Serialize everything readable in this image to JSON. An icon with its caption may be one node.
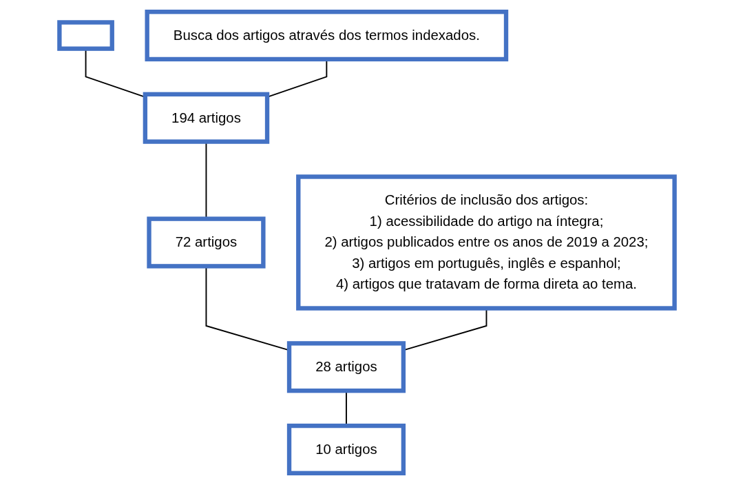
{
  "diagram": {
    "nodes": [
      {
        "text": [],
        "shape": "box"
      },
      {
        "text": [
          "Busca dos artigos através dos termos indexados."
        ]
      },
      {
        "text": [
          "194 artigos"
        ]
      },
      {
        "text": [
          "72 artigos"
        ]
      },
      {
        "text": [
          "28 artigos"
        ]
      },
      {
        "text": [
          "10 artigos"
        ]
      },
      {
        "text": [
          "Critérios de inclusão dos artigos:",
          "1) acessibilidade do artigo na íntegra;",
          "2) artigos publicados entre os anos de 2019 a 2023;",
          "3) artigos em português, inglês e espanhol;",
          "4) artigos que tratavam de forma direta ao tema."
        ]
      }
    ],
    "edges": [
      {
        "from": 0,
        "to": 2,
        "arrow": "none"
      },
      {
        "from": 1,
        "to": 2,
        "arrow": "none"
      },
      {
        "from": 2,
        "to": 3,
        "arrow": "none"
      },
      {
        "from": 3,
        "to": 4,
        "arrow": "none"
      },
      {
        "from": 6,
        "to": 4,
        "arrow": "none"
      },
      {
        "from": 4,
        "to": 5,
        "arrow": "none"
      }
    ]
  }
}
